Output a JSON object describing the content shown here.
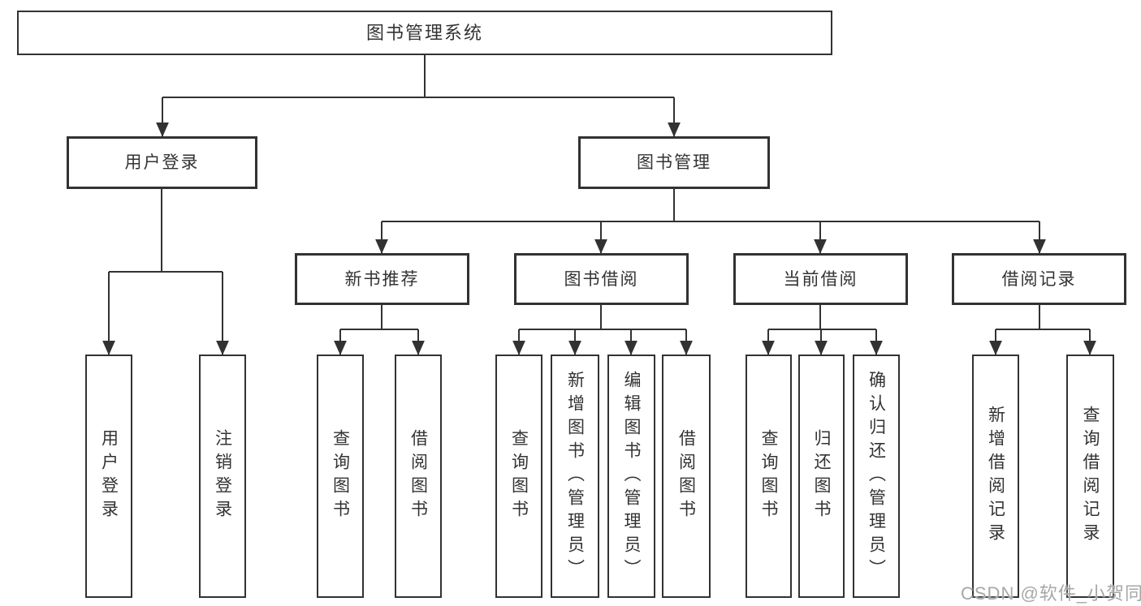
{
  "diagram": {
    "type": "hierarchy",
    "tree": {
      "root": "图书管理系统",
      "children": [
        {
          "label": "用户登录",
          "children": [
            "用户登录",
            "注销登录"
          ]
        },
        {
          "label": "图书管理",
          "children": [
            {
              "label": "新书推荐",
              "children": [
                "查询图书",
                "借阅图书"
              ]
            },
            {
              "label": "图书借阅",
              "children": [
                "查询图书",
                "新增图书（管理员）",
                "编辑图书（管理员）",
                "借阅图书"
              ]
            },
            {
              "label": "当前借阅",
              "children": [
                "查询图书",
                "归还图书",
                "确认归还（管理员）"
              ]
            },
            {
              "label": "借阅记录",
              "children": [
                "新增借阅记录",
                "查询借阅记录"
              ]
            }
          ]
        }
      ]
    },
    "colors": {
      "line": "#323232",
      "border": "#323232",
      "text": "#333333",
      "background": "#ffffff",
      "watermark": "#a7a7a7"
    }
  },
  "watermark": {
    "text": "CSDN @软件_小贺同学"
  }
}
